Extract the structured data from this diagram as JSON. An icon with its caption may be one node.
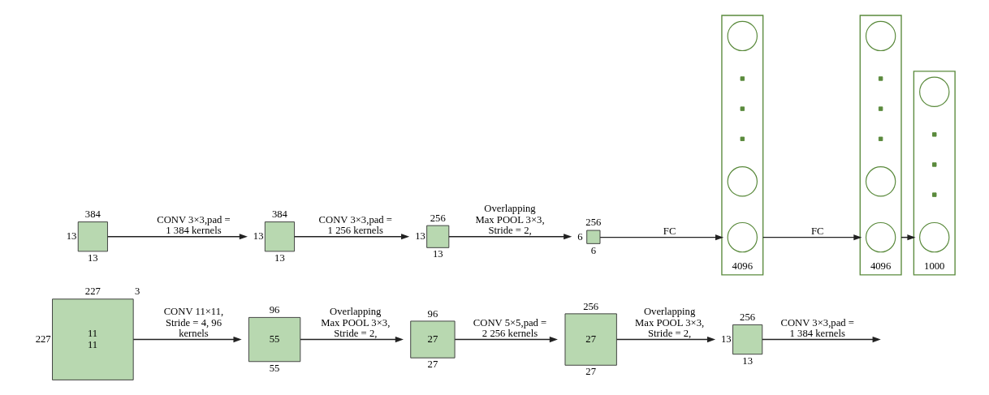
{
  "diagram": {
    "nodes": [
      {
        "text": [
          "11",
          "11"
        ],
        "beside": [
          "227",
          "3",
          "227"
        ]
      },
      {
        "text": [
          "55"
        ],
        "beside": [
          "96",
          "55"
        ]
      },
      {
        "text": [
          "27"
        ],
        "beside": [
          "96",
          "27"
        ]
      },
      {
        "text": [
          "27"
        ],
        "beside": [
          "256",
          "27"
        ]
      },
      {
        "text": [],
        "shape": "box",
        "beside": [
          "256",
          "13",
          "13"
        ]
      },
      {
        "text": [],
        "shape": "box",
        "beside": [
          "384",
          "13",
          "13"
        ]
      },
      {
        "text": [],
        "shape": "box",
        "beside": [
          "384",
          "13",
          "13"
        ]
      },
      {
        "text": [],
        "shape": "box",
        "beside": [
          "256",
          "13",
          "13"
        ]
      },
      {
        "text": [],
        "shape": "box",
        "beside": [
          "256",
          "6",
          "6"
        ]
      },
      {
        "text": [],
        "shape": "box",
        "beside": [
          "4096"
        ]
      },
      {
        "text": [],
        "shape": "circle",
        "in": 9
      },
      {
        "text": [],
        "shape": "circle",
        "in": 9
      },
      {
        "text": [],
        "shape": "circle",
        "in": 9
      },
      {
        "text": [],
        "shape": "box",
        "beside": [
          "4096"
        ]
      },
      {
        "text": [],
        "shape": "circle",
        "in": 13
      },
      {
        "text": [],
        "shape": "circle",
        "in": 13
      },
      {
        "text": [],
        "shape": "circle",
        "in": 13
      },
      {
        "text": [],
        "shape": "box",
        "beside": [
          "1000"
        ]
      },
      {
        "text": [],
        "shape": "circle",
        "in": 17
      },
      {
        "text": [],
        "shape": "circle",
        "in": 17
      }
    ],
    "edges": [
      {
        "from": 0,
        "to": 1,
        "arrow": "to",
        "label": "CONV 11×11, Stride = 4, 96 kernels"
      },
      {
        "from": 1,
        "to": 2,
        "arrow": "to",
        "label": "Overlapping Max POOL 3×3, Stride = 2,"
      },
      {
        "from": 2,
        "to": 3,
        "arrow": "to",
        "label": "CONV 5×5,pad = 2 256 kernels"
      },
      {
        "from": 3,
        "to": 4,
        "arrow": "to",
        "label": "Overlapping Max POOL 3×3, Stride = 2,"
      },
      {
        "from": 4,
        "to": null,
        "arrow": "to",
        "label": "CONV 3×3,pad = 1 384 kernels"
      },
      {
        "from": 5,
        "to": 6,
        "arrow": "to",
        "label": "CONV 3×3,pad = 1 384 kernels"
      },
      {
        "from": 6,
        "to": 7,
        "arrow": "to",
        "label": "CONV 3×3,pad = 1 256 kernels"
      },
      {
        "from": 7,
        "to": 8,
        "arrow": "to",
        "label": "Overlapping Max POOL 3×3, Stride = 2,"
      },
      {
        "from": 8,
        "to": 9,
        "arrow": "to",
        "label": "FC"
      },
      {
        "from": 9,
        "to": 13,
        "arrow": "to",
        "label": "FC"
      },
      {
        "from": 13,
        "to": 17,
        "arrow": "to"
      }
    ]
  }
}
